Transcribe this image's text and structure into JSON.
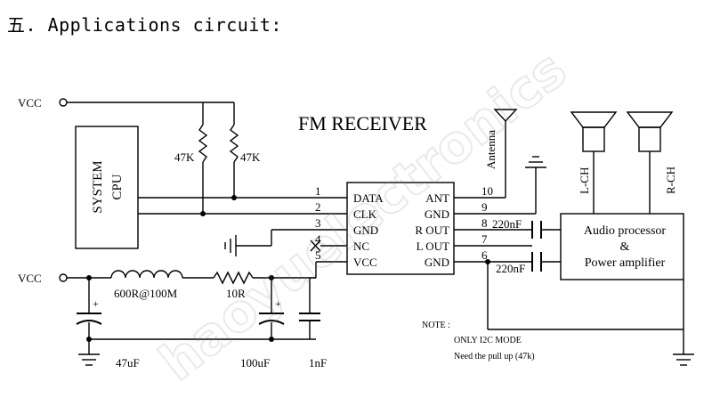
{
  "heading": "五. Applications circuit:",
  "title": "FM RECEIVER",
  "watermark": "haoyuelectronics",
  "vcc_label": "VCC",
  "cpu_block": {
    "line1": "SYSTEM",
    "line2": "CPU"
  },
  "chip": {
    "left_pins": [
      {
        "num": "1",
        "name": "DATA"
      },
      {
        "num": "2",
        "name": "CLK"
      },
      {
        "num": "3",
        "name": "GND"
      },
      {
        "num": "4",
        "name": "NC"
      },
      {
        "num": "5",
        "name": "VCC"
      }
    ],
    "right_pins": [
      {
        "num": "10",
        "name": "ANT"
      },
      {
        "num": "9",
        "name": "GND"
      },
      {
        "num": "8",
        "name": "R OUT"
      },
      {
        "num": "7",
        "name": "L OUT"
      },
      {
        "num": "6",
        "name": "GND"
      }
    ]
  },
  "resistors": {
    "pullup1": "47K",
    "pullup2": "47K",
    "series": "10R"
  },
  "inductor": "600R@100M",
  "caps": {
    "c1": "47uF",
    "c2": "100uF",
    "c3": "1nF",
    "out_r": "220nF",
    "out_l": "220nF"
  },
  "antenna_label": "Antenna",
  "speakers": {
    "left": "L-CH",
    "right": "R-CH"
  },
  "audio_block": {
    "line1": "Audio processor",
    "line2": "&",
    "line3": "Power amplifier"
  },
  "polarity": "+",
  "note": {
    "title": "NOTE :",
    "line1": "ONLY I2C MODE",
    "line2": "Need the pull up (47k)"
  }
}
